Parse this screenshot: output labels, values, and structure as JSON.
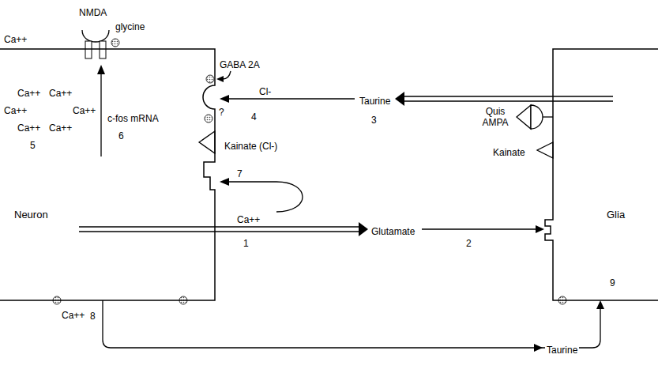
{
  "diagram": {
    "nodes": [
      {
        "text": [
          "Neuron"
        ]
      },
      {
        "text": [
          "Glia"
        ]
      }
    ],
    "edges": [
      {
        "from": 0,
        "to": 1,
        "arrow": "to",
        "label": "Taurine"
      }
    ],
    "labels": [
      "Ca++",
      "NMDA",
      "glycine",
      "GABA 2A",
      "Cl-",
      "Taurine",
      "?",
      "4",
      "3",
      "Ca++",
      "Ca++",
      "Quis AMPA",
      "Ca++",
      "Ca++",
      "c-fos mRNA",
      "Ca++",
      "Ca++",
      "6",
      "5",
      "Kainate (Cl-)",
      "Kainate",
      "7",
      "Ca++",
      "Glutamate",
      "1",
      "2",
      "9",
      "Ca++",
      "8"
    ]
  }
}
